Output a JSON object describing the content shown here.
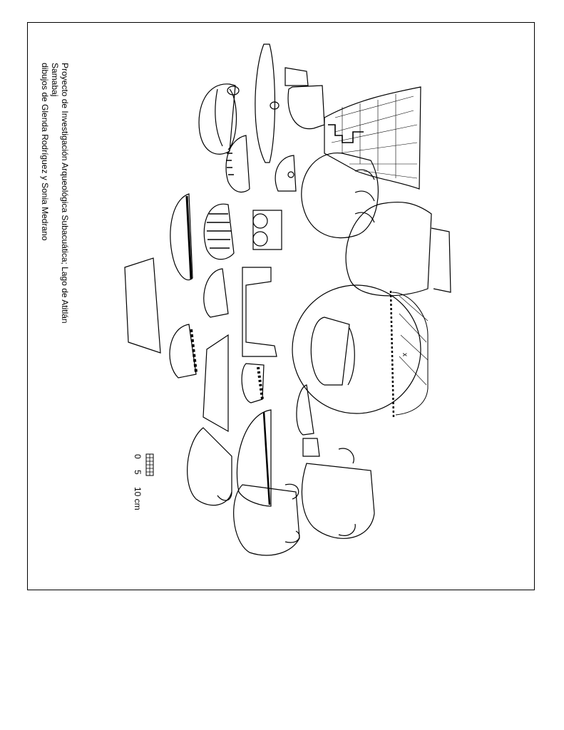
{
  "header": {
    "line1": "Proyecto de Investigación Arqueológica Subacuática; Lago de Atitlán",
    "line2": "Samabaj",
    "credits": "dibujos de Glenda Rodríguez y Sonia Medrano"
  },
  "scale_bar": {
    "labels": [
      "0",
      "5",
      "10 cm"
    ]
  },
  "illustration": {
    "subject": "ceramic vessels line drawings"
  }
}
